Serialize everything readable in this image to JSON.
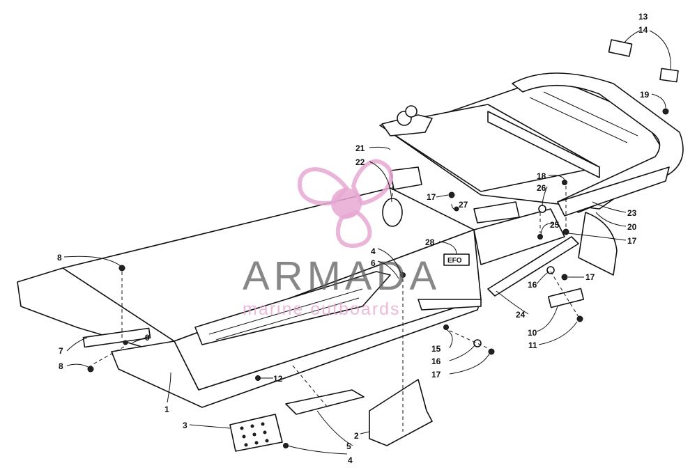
{
  "watermark": {
    "title": "ARMADA",
    "subtitle": "marine outboards",
    "accent_color": "#e8a8d2",
    "text_color": "#5f5f5f",
    "icon": "propeller-logo-icon"
  },
  "decal_text": "EFO",
  "callouts": [
    "1",
    "2",
    "3",
    "4",
    "4",
    "5",
    "6",
    "7",
    "8",
    "8",
    "9",
    "10",
    "11",
    "12",
    "13",
    "14",
    "15",
    "16",
    "16",
    "17",
    "17",
    "17",
    "17",
    "18",
    "19",
    "20",
    "21",
    "22",
    "23",
    "24",
    "25",
    "26",
    "27",
    "28"
  ]
}
